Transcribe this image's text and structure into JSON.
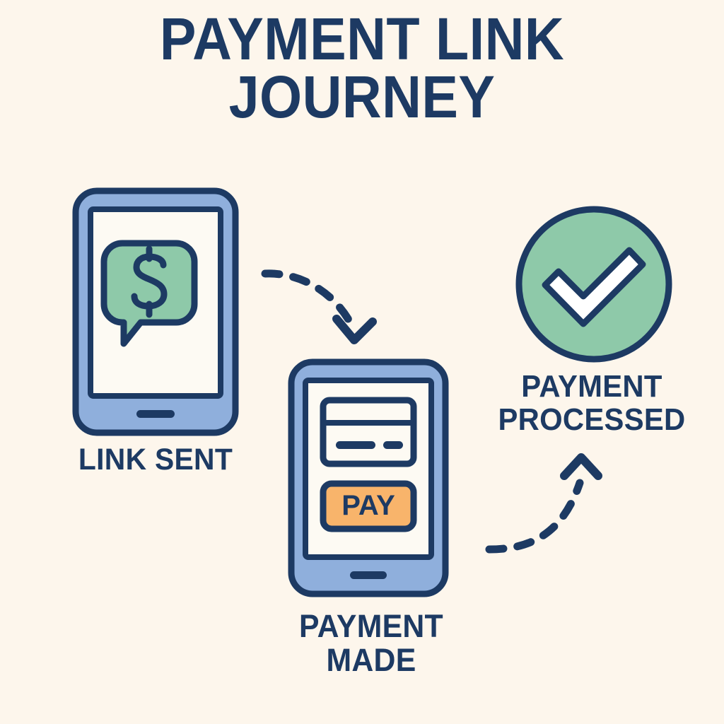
{
  "title": {
    "line1": "PAYMENT LINK",
    "line2": "JOURNEY",
    "full": "PAYMENT LINK JOURNEY"
  },
  "colors": {
    "background": "#fdf6ec",
    "navy": "#1d3a63",
    "phone_blue": "#8fafdc",
    "screen_cream": "#fdfaf3",
    "green": "#8ec9a9",
    "orange": "#f8b46b",
    "white": "#ffffff"
  },
  "steps": [
    {
      "id": "link-sent",
      "order": 1,
      "caption_line1": "LINK SENT",
      "caption_line2": "",
      "caption_full": "LINK SENT",
      "icon": "phone-with-message-bubble",
      "screen_symbol": "$"
    },
    {
      "id": "payment-made",
      "order": 2,
      "caption_line1": "PAYMENT",
      "caption_line2": "MADE",
      "caption_full": "PAYMENT MADE",
      "icon": "phone-with-credit-card",
      "pay_button_label": "PAY"
    },
    {
      "id": "payment-processed",
      "order": 3,
      "caption_line1": "PAYMENT",
      "caption_line2": "PROCESSED",
      "caption_full": "PAYMENT PROCESSED",
      "icon": "green-check-circle"
    }
  ],
  "connectors": [
    {
      "id": "arrow-1",
      "from": "link-sent",
      "to": "payment-made",
      "style": "dashed-curved",
      "direction": "right-down"
    },
    {
      "id": "arrow-2",
      "from": "payment-made",
      "to": "payment-processed",
      "style": "dashed-curved",
      "direction": "right-up"
    }
  ]
}
